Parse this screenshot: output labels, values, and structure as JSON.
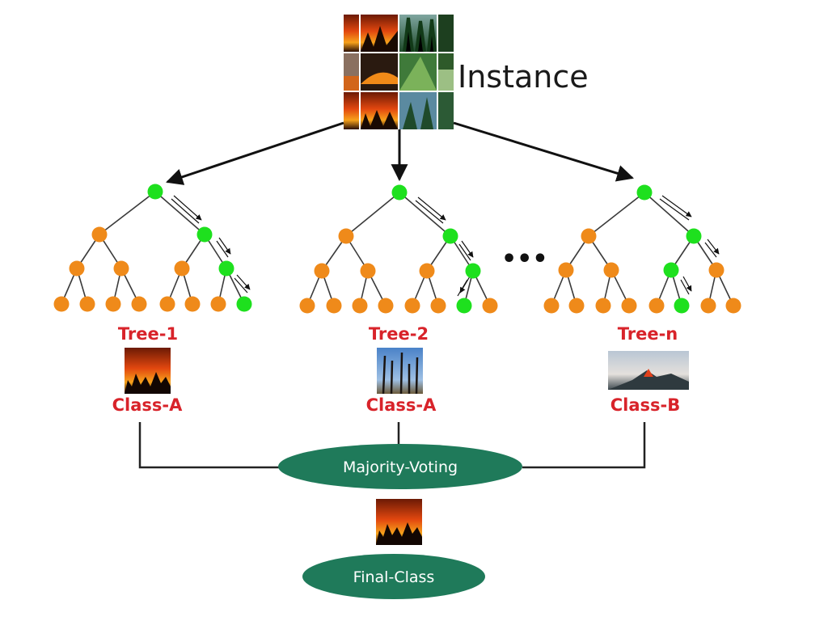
{
  "instance": {
    "label": "Instance",
    "image_icon": "forest-and-wildfire-photo-grid"
  },
  "trees": [
    {
      "title": "Tree-1",
      "class_label": "Class-A",
      "image_icon": "wildfire-photo"
    },
    {
      "title": "Tree-2",
      "class_label": "Class-A",
      "image_icon": "burned-forest-photo"
    },
    {
      "title": "Tree-n",
      "class_label": "Class-B",
      "image_icon": "volcano-photo"
    }
  ],
  "ellipsis": "•••",
  "voting": {
    "label": "Majority-Voting"
  },
  "final": {
    "label": "Final-Class",
    "image_icon": "wildfire-photo"
  },
  "colors": {
    "node_default": "#ef8a1a",
    "node_path": "#1ee01e",
    "edge": "#3a3a3a",
    "label_red": "#d8232a",
    "oval_green": "#1f7a5a",
    "connector": "#222222"
  }
}
